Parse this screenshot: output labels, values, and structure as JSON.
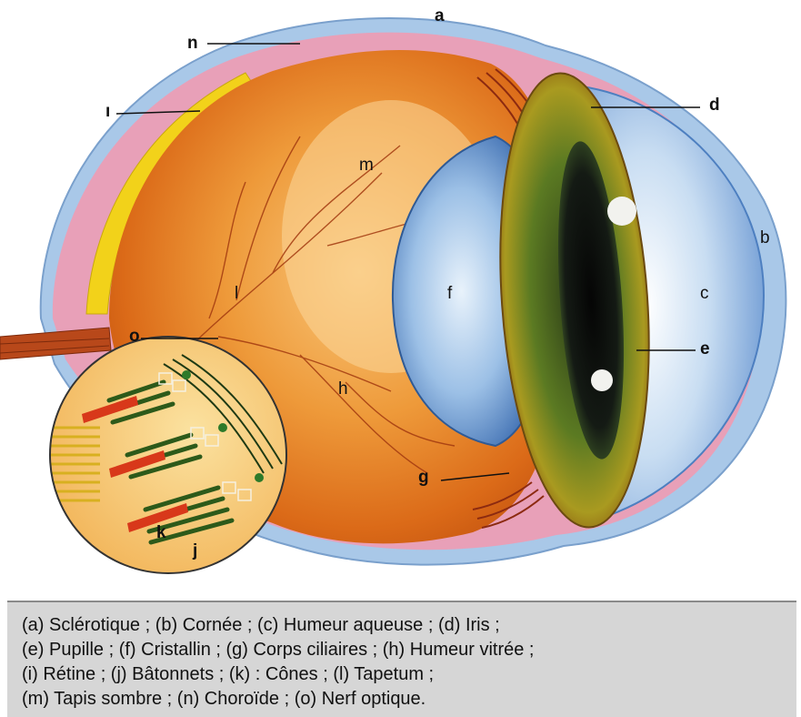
{
  "labels": {
    "a": "a",
    "b": "b",
    "c": "c",
    "d": "d",
    "e": "e",
    "f": "f",
    "g": "g",
    "h": "h",
    "i": "ı",
    "j": "j",
    "k": "k",
    "l": "l",
    "m": "m",
    "n": "n",
    "o": "o"
  },
  "caption": [
    "(a) Sclérotique ; (b) Cornée ; (c) Humeur aqueuse ; (d) Iris ;",
    "(e) Pupille ; (f) Cristallin ; (g) Corps ciliaires ; (h) Humeur vitrée ;",
    "(i) Rétine ; (j) Bâtonnets ; (k) : Cônes ; (l) Tapetum ;",
    "(m) Tapis sombre ; (n) Choroïde ; (o) Nerf optique."
  ],
  "colors": {
    "sclera": "#a9c8e8",
    "choroid": "#e8a0b8",
    "retina_yellow": "#f2d21a",
    "vitreous": "#e0781c",
    "tapetum": "#f6b45a",
    "lens": "#5d8fcc",
    "iris": "#8a8a18",
    "pupil": "#121212",
    "aqueous": "#8fb6e4",
    "caption_bg": "#d6d6d6"
  }
}
